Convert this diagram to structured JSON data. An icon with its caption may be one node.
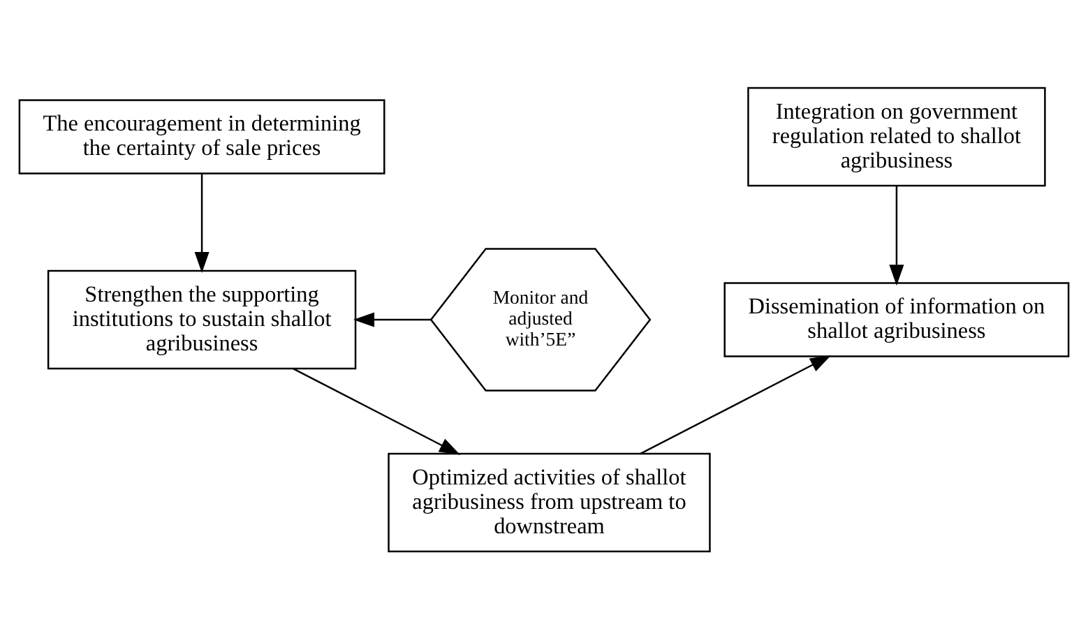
{
  "diagram": {
    "nodes": [
      {
        "text": [
          "The encouragement in determining the certainty of sale prices"
        ]
      },
      {
        "text": [
          "Integration on government regulation related to shallot agribusiness"
        ]
      },
      {
        "text": [
          "Strengthen the supporting institutions to sustain shallot agribusiness"
        ]
      },
      {
        "text": [
          "Dissemination of information on shallot agribusiness"
        ]
      },
      {
        "text": [
          "Monitor and adjusted with’5E”"
        ]
      },
      {
        "text": [
          "Optimized activities of shallot agribusiness from upstream to downstream"
        ]
      }
    ],
    "edges": [
      {
        "from": 0,
        "to": 2,
        "arrow": "to"
      },
      {
        "from": 4,
        "to": 2,
        "arrow": "to"
      },
      {
        "from": 2,
        "to": 5,
        "arrow": "to"
      },
      {
        "from": 5,
        "to": 3,
        "arrow": "to"
      },
      {
        "from": 1,
        "to": 3,
        "arrow": "to"
      }
    ]
  }
}
